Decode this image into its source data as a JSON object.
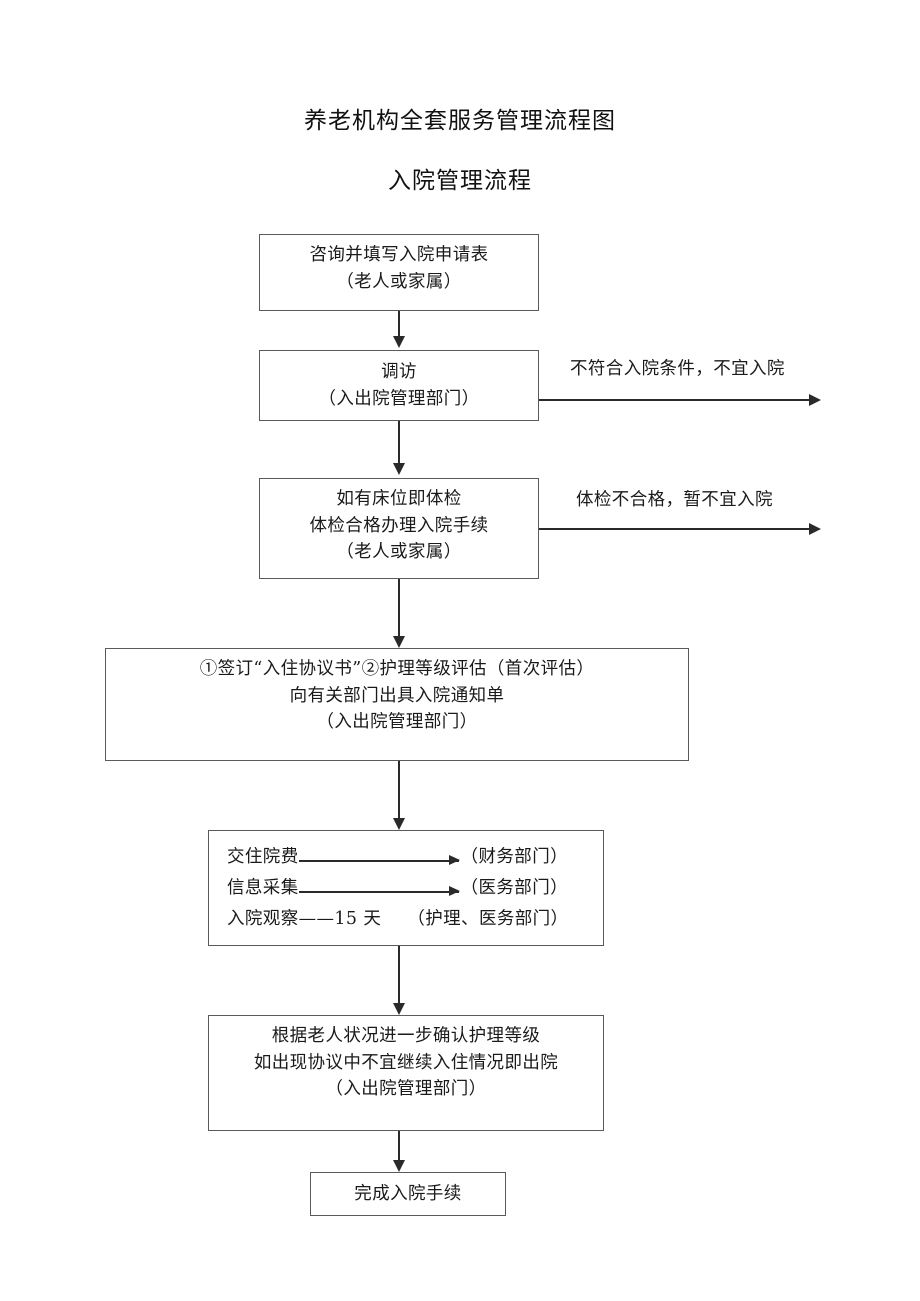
{
  "document": {
    "title": "养老机构全套服务管理流程图",
    "subtitle": "入院管理流程"
  },
  "flowchart": {
    "type": "flowchart",
    "orientation": "top-to-bottom",
    "nodes": [
      {
        "id": "node-1",
        "lines": [
          "咨询并填写入院申请表",
          "（老人或家属）"
        ]
      },
      {
        "id": "node-2",
        "lines": [
          "调访",
          "（入出院管理部门）"
        ]
      },
      {
        "id": "node-3",
        "lines": [
          "如有床位即体检",
          "体检合格办理入院手续",
          "（老人或家属）"
        ]
      },
      {
        "id": "node-4",
        "lines": [
          "①签订“入住协议书”②护理等级评估（首次评估）",
          "向有关部门出具入院通知单",
          "（入出院管理部门）"
        ]
      },
      {
        "id": "node-5",
        "rows": [
          {
            "label": "交住院费",
            "arrow": true,
            "dept": "（财务部门）"
          },
          {
            "label": "信息采集",
            "arrow": true,
            "dept": "（医务部门）"
          },
          {
            "label": "入院观察——15 天",
            "arrow": false,
            "dept": "（护理、医务部门）"
          }
        ]
      },
      {
        "id": "node-6",
        "lines": [
          "根据老人状况进一步确认护理等级",
          "如出现协议中不宜继续入住情况即出院",
          "（入出院管理部门）"
        ]
      },
      {
        "id": "node-7",
        "lines": [
          "完成入院手续"
        ]
      }
    ],
    "edge_labels": {
      "reject_survey": "不符合入院条件，不宜入院",
      "reject_exam": "体检不合格，暂不宜入院"
    },
    "colors": {
      "box_border": "#5a5a5a",
      "connector": "#2a2a2a",
      "text": "#1a1a1a",
      "background": "#ffffff"
    }
  }
}
